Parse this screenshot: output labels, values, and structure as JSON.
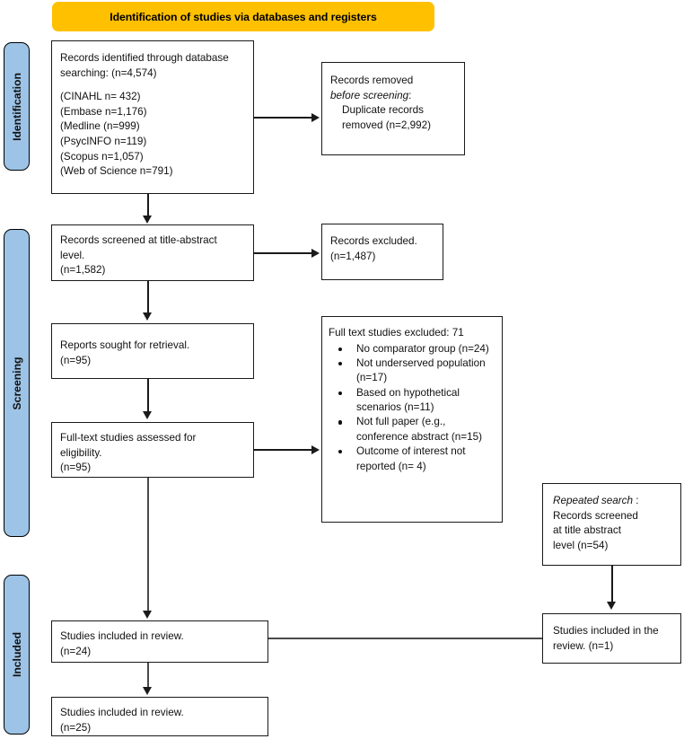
{
  "diagram": {
    "type": "prisma-flow-diagram",
    "banner": {
      "label": "Identification of studies via databases and registers",
      "color": "#FFC000"
    },
    "stages": [
      {
        "key": "identification",
        "label": "Identification",
        "color": "#9DC3E6"
      },
      {
        "key": "screening",
        "label": "Screening",
        "color": "#9DC3E6"
      },
      {
        "key": "included",
        "label": "Included",
        "color": "#9DC3E6"
      }
    ],
    "nodes": {
      "records_identified": {
        "line1": "Records identified through database",
        "line2": "searching: (n=4,574)",
        "sources": [
          "(CINAHL n= 432)",
          "(Embase n=1,176)",
          "(Medline (n=999)",
          "(PsycINFO n=119)",
          "(Scopus n=1,057)",
          "(Web of Science n=791)"
        ]
      },
      "records_removed": {
        "line1": "Records removed",
        "line2_italic": "before screening",
        "line2_tail": ":",
        "line3": "    Duplicate records",
        "line4": "    removed (n=2,992)"
      },
      "records_screened": {
        "line1": "Records screened at title-abstract",
        "line2": "level.",
        "line3": "(n=1,582)"
      },
      "records_excluded": {
        "line1": "Records excluded.",
        "line2": "(n=1,487)"
      },
      "reports_sought": {
        "line1": "Reports sought for retrieval.",
        "line2": "(n=95)"
      },
      "fulltext_excluded": {
        "heading": "Full text studies excluded: 71",
        "reasons": [
          "No comparator group\n(n=24)",
          "Not underserved\npopulation (n=17)",
          "Based on hypothetical\nscenarios (n=11)",
          "Not full paper (e.g.,\nconference abstract\n(n=15)",
          "Outcome of interest not\nreported (n= 4)"
        ]
      },
      "fulltext_assessed": {
        "line1": "Full-text studies assessed for",
        "line2": "eligibility.",
        "line3": "(n=95)"
      },
      "repeated_search": {
        "line1_italic": "Repeated search",
        "line1_tail": " :",
        "line2": "Records screened",
        "line3": "at title abstract",
        "line4": "level (n=54)"
      },
      "included_repeat": {
        "line1": "Studies included in the",
        "line2": "review. (n=1)"
      },
      "included_main": {
        "line1": "Studies included in review.",
        "line2": "(n=24)"
      },
      "included_total": {
        "line1": "Studies included in review.",
        "line2": "(n=25)"
      }
    }
  }
}
